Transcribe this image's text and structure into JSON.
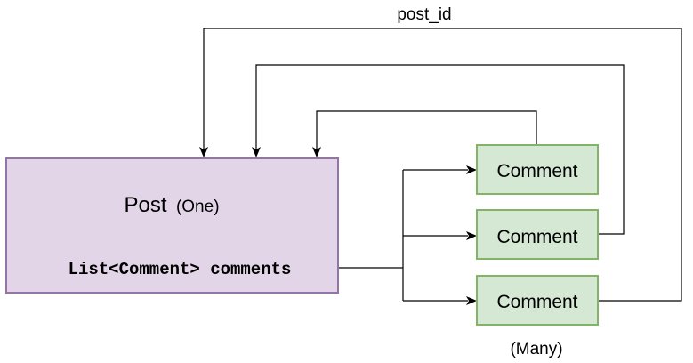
{
  "diagram": {
    "edge_label": "post_id",
    "post": {
      "title": "Post",
      "multiplicity": "(One)",
      "field": "List<Comment> comments",
      "fill": "#e1d5e7",
      "stroke": "#9673a6"
    },
    "comments": [
      {
        "label": "Comment"
      },
      {
        "label": "Comment"
      },
      {
        "label": "Comment"
      }
    ],
    "comment_style": {
      "fill": "#d5e8d4",
      "stroke": "#82b366"
    },
    "many_label": "(Many)"
  }
}
